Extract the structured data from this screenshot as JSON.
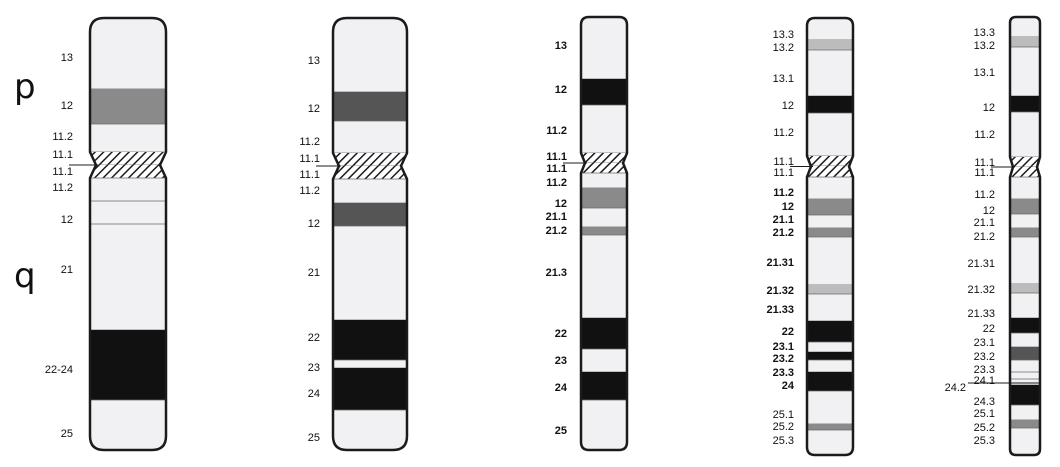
{
  "arm_labels": {
    "p": "p",
    "q": "q"
  },
  "colors": {
    "background": "#ffffff",
    "chromosome_fill": "#f1f1f3",
    "outline": "#1b1b1b",
    "band_black": "#111111",
    "band_dark_gray": "#555555",
    "band_gray": "#8a8a8a",
    "band_light_gray": "#bcbcbc",
    "centromere_hatch": "#1b1b1b"
  },
  "chromosomes": [
    {
      "resolution": "ideogram-1",
      "labels": [
        "13",
        "12",
        "11.2",
        "11.1",
        "11.1",
        "11.2",
        "12",
        "21",
        "22-24",
        "25"
      ],
      "bands": [
        {
          "name": "p13",
          "stain": "white"
        },
        {
          "name": "p12",
          "stain": "gray"
        },
        {
          "name": "p11.2",
          "stain": "white"
        },
        {
          "name": "p11.1",
          "stain": "centromere"
        },
        {
          "name": "q11.1",
          "stain": "centromere"
        },
        {
          "name": "q11.2",
          "stain": "white"
        },
        {
          "name": "q12",
          "stain": "white"
        },
        {
          "name": "q21",
          "stain": "white"
        },
        {
          "name": "q22-24",
          "stain": "black"
        },
        {
          "name": "q25",
          "stain": "white"
        }
      ]
    },
    {
      "resolution": "ideogram-2",
      "labels": [
        "13",
        "12",
        "11.2",
        "11.1",
        "11.1",
        "11.2",
        "12",
        "21",
        "22",
        "23",
        "24",
        "25"
      ],
      "bands": [
        {
          "name": "p13",
          "stain": "white"
        },
        {
          "name": "p12",
          "stain": "dark-gray"
        },
        {
          "name": "p11.2",
          "stain": "white"
        },
        {
          "name": "p11.1",
          "stain": "centromere"
        },
        {
          "name": "q11.1",
          "stain": "centromere"
        },
        {
          "name": "q11.2",
          "stain": "white"
        },
        {
          "name": "q12",
          "stain": "dark-gray"
        },
        {
          "name": "q21",
          "stain": "white"
        },
        {
          "name": "q22",
          "stain": "black"
        },
        {
          "name": "q23",
          "stain": "white"
        },
        {
          "name": "q24",
          "stain": "black"
        },
        {
          "name": "q25",
          "stain": "white"
        }
      ]
    },
    {
      "resolution": "ideogram-3",
      "labels": [
        "13",
        "12",
        "11.2",
        "11.1",
        "11.1",
        "11.2",
        "12",
        "21.1",
        "21.2",
        "21.3",
        "22",
        "23",
        "24",
        "25"
      ],
      "bands": [
        {
          "name": "p13",
          "stain": "white"
        },
        {
          "name": "p12",
          "stain": "black"
        },
        {
          "name": "p11.2",
          "stain": "white"
        },
        {
          "name": "p11.1",
          "stain": "centromere"
        },
        {
          "name": "q11.1",
          "stain": "centromere"
        },
        {
          "name": "q11.2",
          "stain": "white"
        },
        {
          "name": "q12",
          "stain": "gray"
        },
        {
          "name": "q21.1",
          "stain": "white"
        },
        {
          "name": "q21.2",
          "stain": "gray"
        },
        {
          "name": "q21.3",
          "stain": "white"
        },
        {
          "name": "q22",
          "stain": "black"
        },
        {
          "name": "q23",
          "stain": "white"
        },
        {
          "name": "q24",
          "stain": "black"
        },
        {
          "name": "q25",
          "stain": "white"
        }
      ]
    },
    {
      "resolution": "ideogram-4",
      "labels": [
        "13.3",
        "13.2",
        "13.1",
        "12",
        "11.2",
        "11.1",
        "11.1",
        "11.2",
        "12",
        "21.1",
        "21.2",
        "21.31",
        "21.32",
        "21.33",
        "22",
        "23.1",
        "23.2",
        "23.3",
        "24",
        "25.1",
        "25.2",
        "25.3"
      ],
      "bands": [
        {
          "name": "p13.3",
          "stain": "white"
        },
        {
          "name": "p13.2",
          "stain": "light-gray"
        },
        {
          "name": "p13.1",
          "stain": "white"
        },
        {
          "name": "p12",
          "stain": "black"
        },
        {
          "name": "p11.2",
          "stain": "white"
        },
        {
          "name": "p11.1",
          "stain": "centromere"
        },
        {
          "name": "q11.1",
          "stain": "centromere"
        },
        {
          "name": "q11.2",
          "stain": "white"
        },
        {
          "name": "q12",
          "stain": "gray"
        },
        {
          "name": "q21.1",
          "stain": "white"
        },
        {
          "name": "q21.2",
          "stain": "gray"
        },
        {
          "name": "q21.31",
          "stain": "white"
        },
        {
          "name": "q21.32",
          "stain": "light-gray"
        },
        {
          "name": "q21.33",
          "stain": "white"
        },
        {
          "name": "q22",
          "stain": "black"
        },
        {
          "name": "q23.1",
          "stain": "white"
        },
        {
          "name": "q23.2",
          "stain": "black"
        },
        {
          "name": "q23.3",
          "stain": "white"
        },
        {
          "name": "q24",
          "stain": "black"
        },
        {
          "name": "q25.1",
          "stain": "white"
        },
        {
          "name": "q25.2",
          "stain": "gray"
        },
        {
          "name": "q25.3",
          "stain": "white"
        }
      ]
    },
    {
      "resolution": "ideogram-5",
      "labels": [
        "13.3",
        "13.2",
        "13.1",
        "12",
        "11.2",
        "11.1",
        "11.1",
        "11.2",
        "12",
        "21.1",
        "21.2",
        "21.31",
        "21.32",
        "21.33",
        "22",
        "23.1",
        "23.2",
        "23.3",
        "24.1",
        "24.2",
        "24.3",
        "25.1",
        "25.2",
        "25.3"
      ],
      "bands": [
        {
          "name": "p13.3",
          "stain": "white"
        },
        {
          "name": "p13.2",
          "stain": "light-gray"
        },
        {
          "name": "p13.1",
          "stain": "white"
        },
        {
          "name": "p12",
          "stain": "black"
        },
        {
          "name": "p11.2",
          "stain": "white"
        },
        {
          "name": "p11.1",
          "stain": "centromere"
        },
        {
          "name": "q11.1",
          "stain": "centromere"
        },
        {
          "name": "q11.2",
          "stain": "white"
        },
        {
          "name": "q12",
          "stain": "gray"
        },
        {
          "name": "q21.1",
          "stain": "white"
        },
        {
          "name": "q21.2",
          "stain": "gray"
        },
        {
          "name": "q21.31",
          "stain": "white"
        },
        {
          "name": "q21.32",
          "stain": "light-gray"
        },
        {
          "name": "q21.33",
          "stain": "white"
        },
        {
          "name": "q22",
          "stain": "black"
        },
        {
          "name": "q23.1",
          "stain": "white"
        },
        {
          "name": "q23.2",
          "stain": "dark-gray"
        },
        {
          "name": "q23.3",
          "stain": "white"
        },
        {
          "name": "q24.1",
          "stain": "white"
        },
        {
          "name": "q24.2",
          "stain": "white"
        },
        {
          "name": "q24.3",
          "stain": "black"
        },
        {
          "name": "q25.1",
          "stain": "white"
        },
        {
          "name": "q25.2",
          "stain": "gray"
        },
        {
          "name": "q25.3",
          "stain": "white"
        }
      ]
    }
  ]
}
